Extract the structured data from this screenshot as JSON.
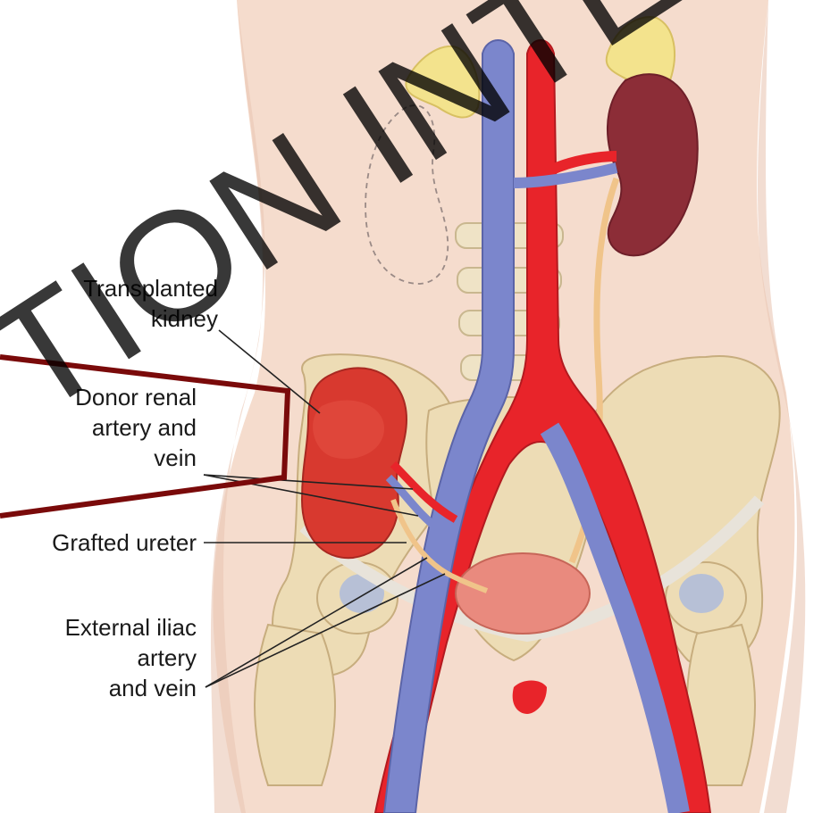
{
  "labels": {
    "transplanted_kidney": [
      "Transplanted",
      "kidney"
    ],
    "donor_renal": [
      "Donor renal",
      "artery and",
      "vein"
    ],
    "grafted_ureter": "Grafted ureter",
    "external_iliac": [
      "External iliac",
      "artery",
      "and vein"
    ]
  },
  "watermark": "TION INTER",
  "colors": {
    "skin": "#f5dccd",
    "artery": "#e8242a",
    "vein": "#7b86cc",
    "bone": "#eddcb5",
    "kidney_native": "#8c2d37",
    "kidney_transplant": "#d8392f",
    "adrenal": "#f3e38d",
    "ureter": "#f0c48a",
    "bladder": "#e98a7e",
    "callout_box": "#7a0a0a"
  }
}
